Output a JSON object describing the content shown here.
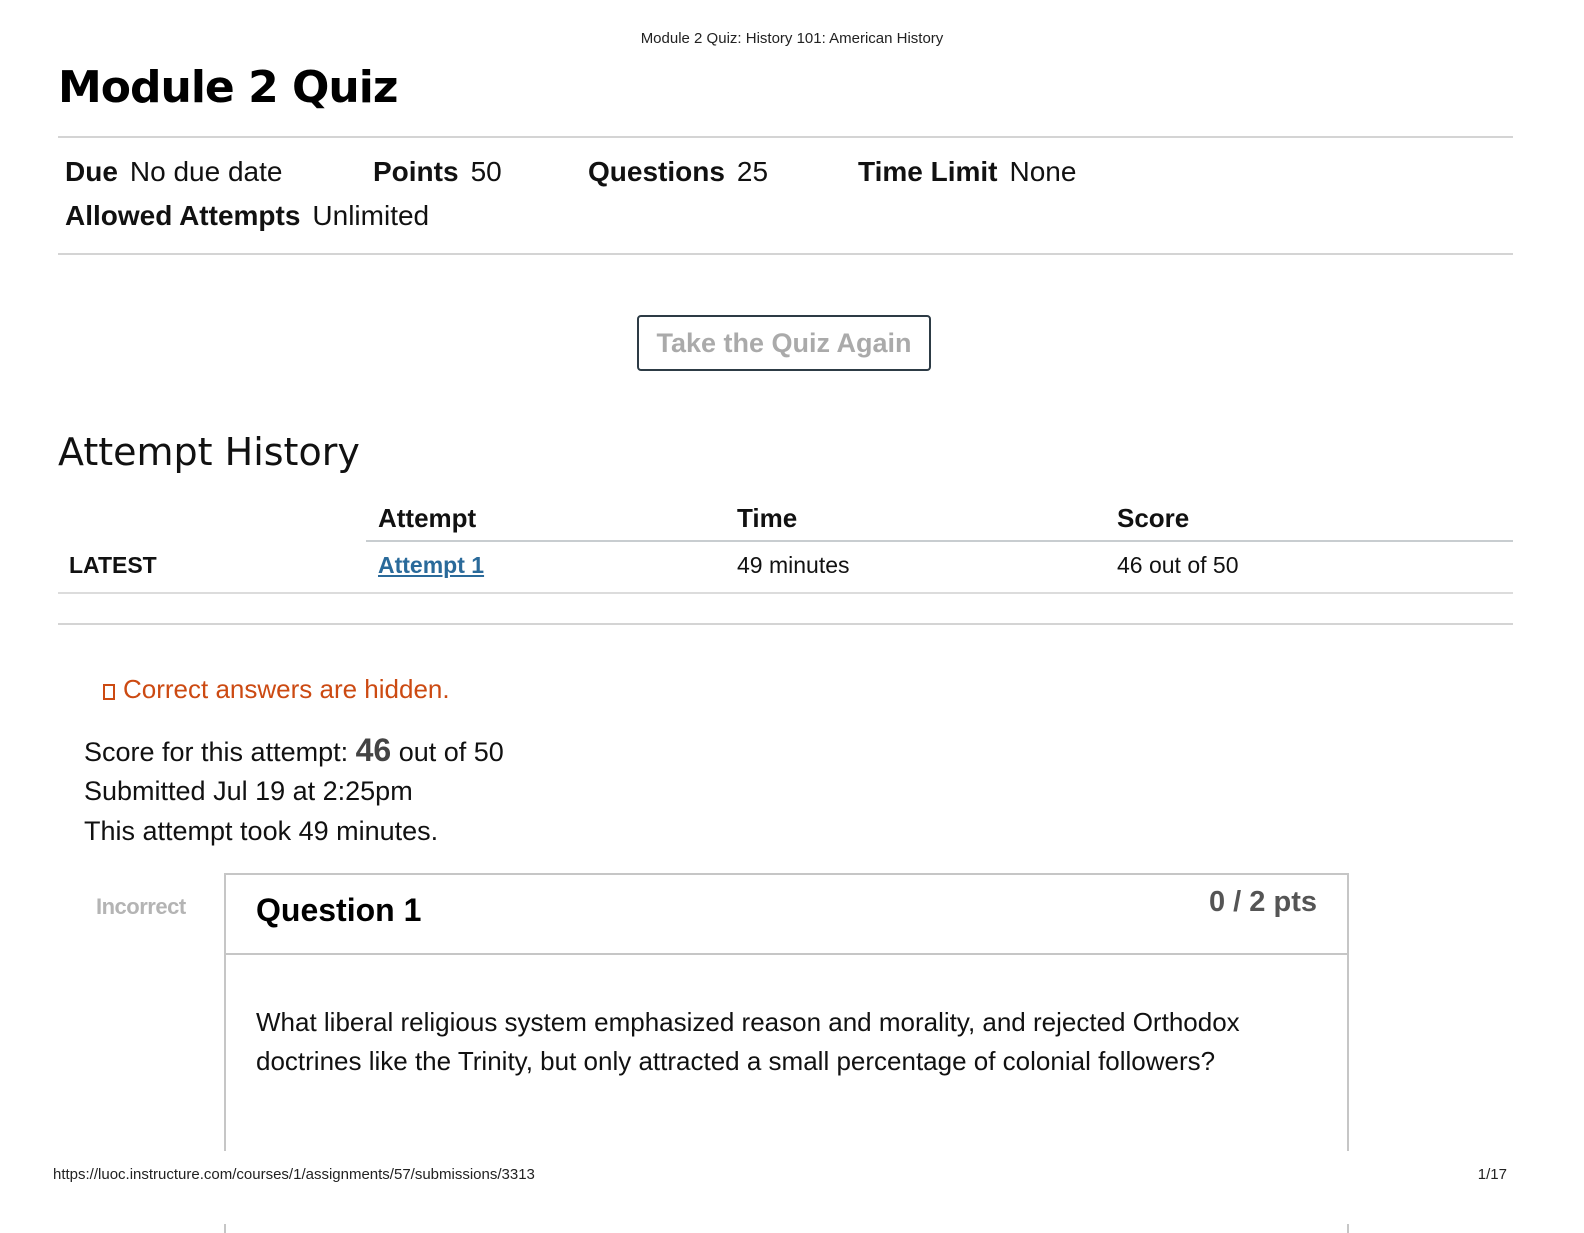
{
  "print_header": "Module 2 Quiz: History 101: American History",
  "title": "Module 2 Quiz",
  "meta": {
    "due_label": "Due",
    "due_value": "No due date",
    "points_label": "Points",
    "points_value": "50",
    "questions_label": "Questions",
    "questions_value": "25",
    "time_limit_label": "Time Limit",
    "time_limit_value": "None",
    "attempts_label": "Allowed Attempts",
    "attempts_value": "Unlimited"
  },
  "take_again_label": "Take the Quiz Again",
  "attempt_history": {
    "title": "Attempt History",
    "columns": [
      "",
      "Attempt",
      "Time",
      "Score"
    ],
    "rows": [
      {
        "tag": "LATEST",
        "attempt": "Attempt 1",
        "time": "49 minutes",
        "score": "46 out of 50"
      }
    ]
  },
  "notice": "Correct answers are hidden.",
  "summary": {
    "score_prefix": "Score for this attempt:",
    "score_value": "46",
    "score_suffix": "out of 50",
    "submitted": "Submitted Jul 19 at 2:25pm",
    "took": "This attempt took 49 minutes."
  },
  "question": {
    "status": "Incorrect",
    "title": "Question 1",
    "points": "0 / 2 pts",
    "text": "What liberal religious system emphasized reason and morality, and rejected Orthodox doctrines like the Trinity, but only attracted a small percentage of colonial followers?"
  },
  "footer": {
    "url": "https://luoc.instructure.com/courses/1/assignments/57/submissions/3313",
    "page": "1/17"
  },
  "colors": {
    "link": "#2a6a9a",
    "notice": "#cc4a12",
    "button_border": "#2d3b45",
    "divider": "#d4d4d4"
  }
}
